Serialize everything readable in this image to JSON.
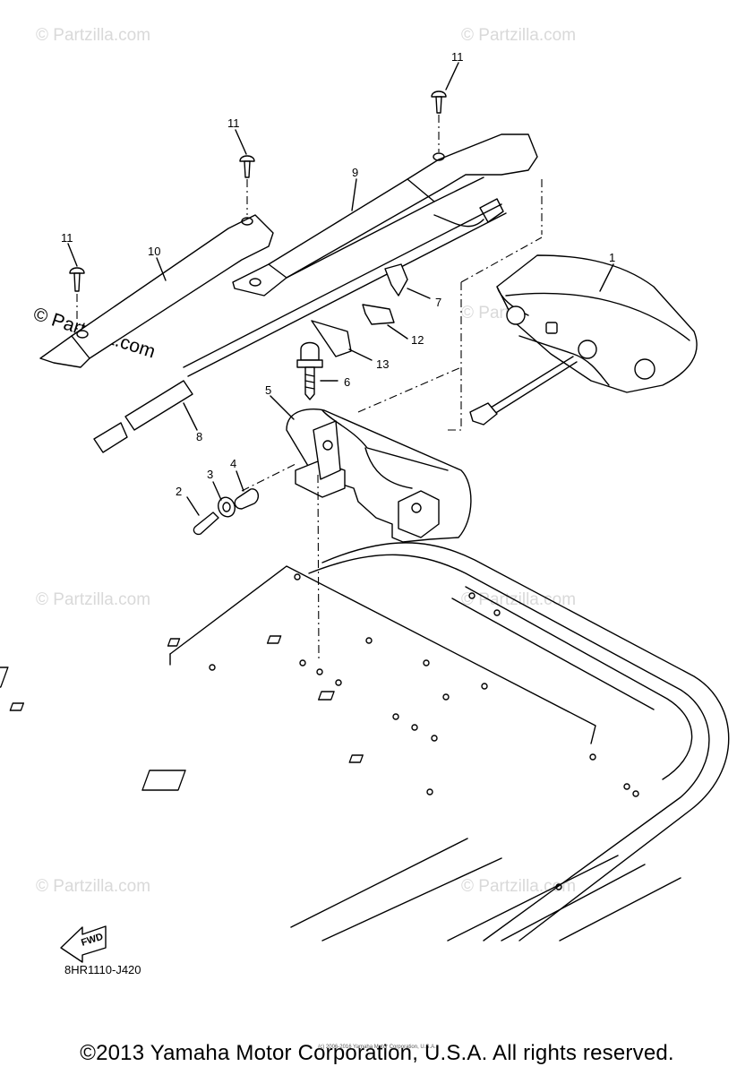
{
  "diagram": {
    "code": "8HR1110-J420",
    "fwd_label": "FWD",
    "callouts": [
      {
        "id": "c1",
        "text": "1"
      },
      {
        "id": "c2",
        "text": "2"
      },
      {
        "id": "c3",
        "text": "3"
      },
      {
        "id": "c4",
        "text": "4"
      },
      {
        "id": "c5",
        "text": "5"
      },
      {
        "id": "c6",
        "text": "6"
      },
      {
        "id": "c7",
        "text": "7"
      },
      {
        "id": "c8",
        "text": "8"
      },
      {
        "id": "c9",
        "text": "9"
      },
      {
        "id": "c10",
        "text": "10"
      },
      {
        "id": "c11a",
        "text": "11"
      },
      {
        "id": "c11b",
        "text": "11"
      },
      {
        "id": "c11c",
        "text": "11"
      },
      {
        "id": "c12",
        "text": "12"
      },
      {
        "id": "c13",
        "text": "13"
      }
    ]
  },
  "watermark": {
    "text": "© Partzilla.com",
    "small_text": "(c) 2006-2016 Yamaha Motor Corporation, U.S.A."
  },
  "footer": {
    "copyright": "©2013 Yamaha Motor Corporation, U.S.A. All rights reserved."
  }
}
